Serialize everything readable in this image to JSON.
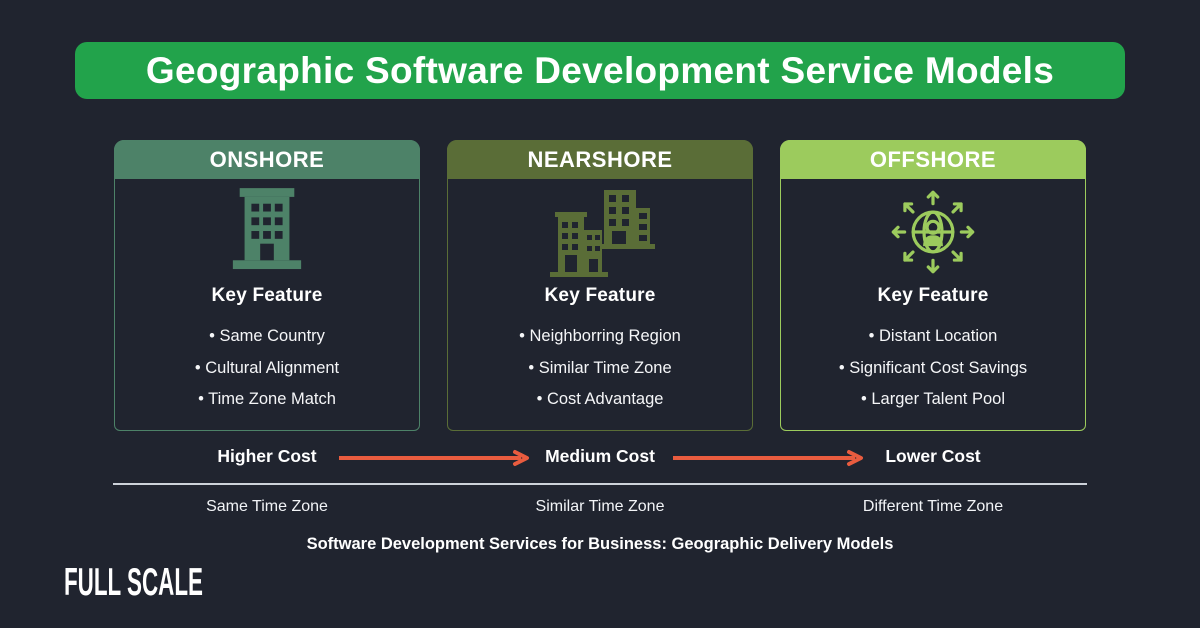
{
  "colors": {
    "background": "#20242F",
    "banner_green": "#22A34B",
    "onshore_accent": "#4D8268",
    "nearshore_accent": "#5A6D37",
    "offshore_accent": "#9CCB5D",
    "arrow_orange": "#E95C3F",
    "divider_gray": "#CDD2D9",
    "text_white": "#FFFFFF"
  },
  "banner": {
    "title": "Geographic Software Development Service Models"
  },
  "cards": [
    {
      "title": "ONSHORE",
      "icon": "office-building-icon",
      "key_feature_label": "Key Feature",
      "features": [
        "Same Country",
        "Cultural Alignment",
        "Time Zone Match"
      ],
      "cost_label": "Higher Cost",
      "time_zone_label": "Same Time Zone",
      "accent": "#4D8268"
    },
    {
      "title": "NEARSHORE",
      "icon": "two-buildings-icon",
      "key_feature_label": "Key Feature",
      "features": [
        "Neighborring Region",
        "Similar Time Zone",
        "Cost Advantage"
      ],
      "cost_label": "Medium Cost",
      "time_zone_label": "Similar Time Zone",
      "accent": "#5A6D37"
    },
    {
      "title": "OFFSHORE",
      "icon": "global-team-icon",
      "key_feature_label": "Key Feature",
      "features": [
        "Distant Location",
        "Significant Cost Savings",
        "Larger Talent Pool"
      ],
      "cost_label": "Lower Cost",
      "time_zone_label": "Different Time Zone",
      "accent": "#9CCB5D"
    }
  ],
  "footer": {
    "caption": "Software Development Services for Business: Geographic Delivery Models",
    "logo_text": "FULL SCALE"
  }
}
